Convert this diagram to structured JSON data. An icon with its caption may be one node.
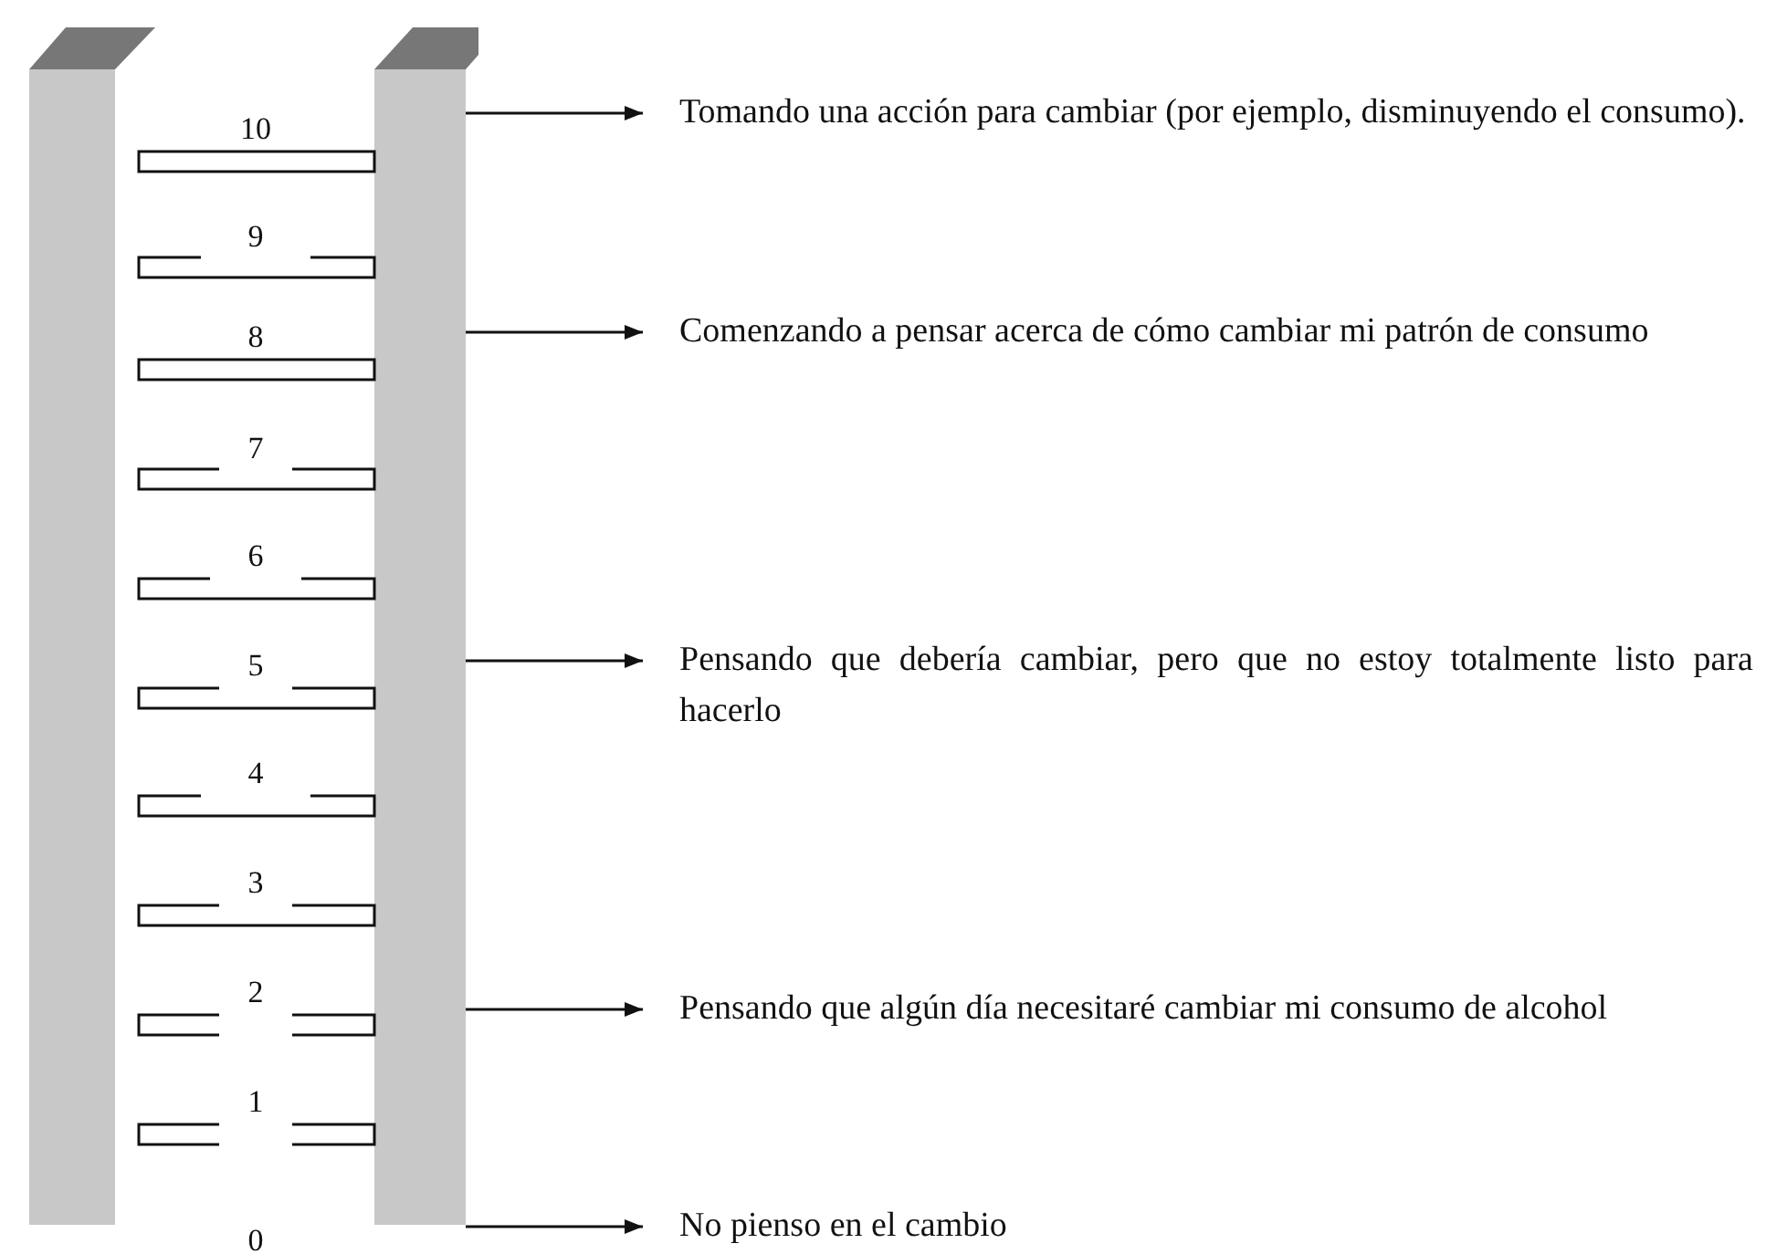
{
  "diagram": {
    "nodes": [
      {
        "text": [],
        "shape": "ladder"
      },
      {
        "text": [
          "Tomando una acción para cambiar (por ejemplo, disminuyendo el consumo)."
        ]
      },
      {
        "text": [
          "Comenzando a pensar acerca de cómo cambiar mi patrón de consumo"
        ]
      },
      {
        "text": [
          "Pensando que debería cambiar, pero que no estoy totalmente listo para hacerlo"
        ]
      },
      {
        "text": [
          "Pensando que algún día necesitaré cambiar mi consumo de alcohol"
        ]
      },
      {
        "text": [
          "No pienso en el cambio"
        ]
      }
    ],
    "edges": [
      {
        "from": 0,
        "to": 1,
        "arrow": "to"
      },
      {
        "from": 0,
        "to": 2,
        "arrow": "to"
      },
      {
        "from": 0,
        "to": 3,
        "arrow": "to"
      },
      {
        "from": 0,
        "to": 4,
        "arrow": "to"
      },
      {
        "from": 0,
        "to": 5,
        "arrow": "to"
      }
    ],
    "labels": [
      "10",
      "9",
      "8",
      "7",
      "6",
      "5",
      "4",
      "3",
      "2",
      "1",
      "0"
    ]
  }
}
